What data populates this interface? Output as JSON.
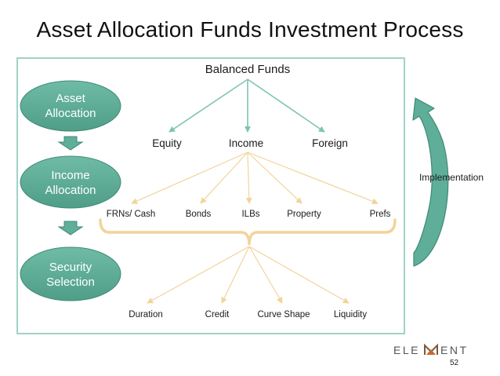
{
  "title": "Asset Allocation Funds Investment Process",
  "stages": [
    {
      "line1": "Asset",
      "line2": "Allocation"
    },
    {
      "line1": "Income",
      "line2": "Allocation"
    },
    {
      "line1": "Security",
      "line2": "Selection"
    }
  ],
  "root": "Balanced Funds",
  "level1": [
    "Equity",
    "Income",
    "Foreign"
  ],
  "level2": [
    "FRNs/ Cash",
    "Bonds",
    "ILBs",
    "Property",
    "Prefs"
  ],
  "level3": [
    "Duration",
    "Credit",
    "Curve Shape",
    "Liquidity"
  ],
  "implementation": "Implementation",
  "logo": "ELEMENT",
  "page_number": "52",
  "colors": {
    "teal": "#5fae99",
    "teal_dark": "#3f8a76",
    "teal_line": "#7fc4b3",
    "gold_line": "#f2d49a",
    "frame": "#9fd3c7"
  }
}
